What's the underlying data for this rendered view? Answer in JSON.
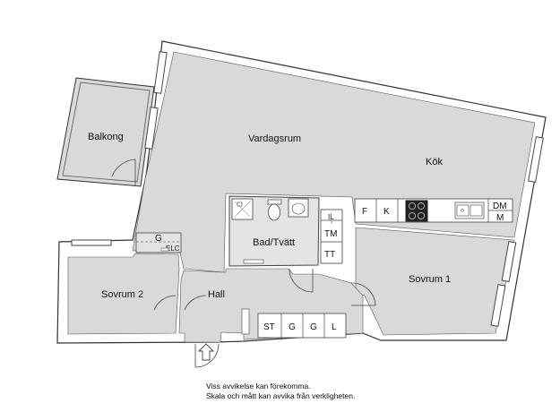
{
  "rooms": {
    "balkong": "Balkong",
    "vardagsrum": "Vardagsrum",
    "kok": "Kök",
    "bad_tvatt": "Bad/Tvätt",
    "sovrum_1": "Sovrum 1",
    "sovrum_2": "Sovrum 2",
    "hall": "Hall"
  },
  "fixtures": {
    "kitchen": [
      "F",
      "K",
      "DM",
      "M"
    ],
    "bath_column": [
      "IL",
      "TM",
      "TT"
    ],
    "hall_storage": [
      "ST",
      "G",
      "G",
      "L"
    ],
    "bedroom2_closet": "G",
    "elc": "ELC"
  },
  "notes": {
    "line1": "Viss avvikelse kan förekomma.",
    "line2": "Skala och mått kan avvika från verkligheten."
  },
  "colors": {
    "floor": "#d9d9d9",
    "wall": "#ffffff",
    "outline": "#333333"
  }
}
